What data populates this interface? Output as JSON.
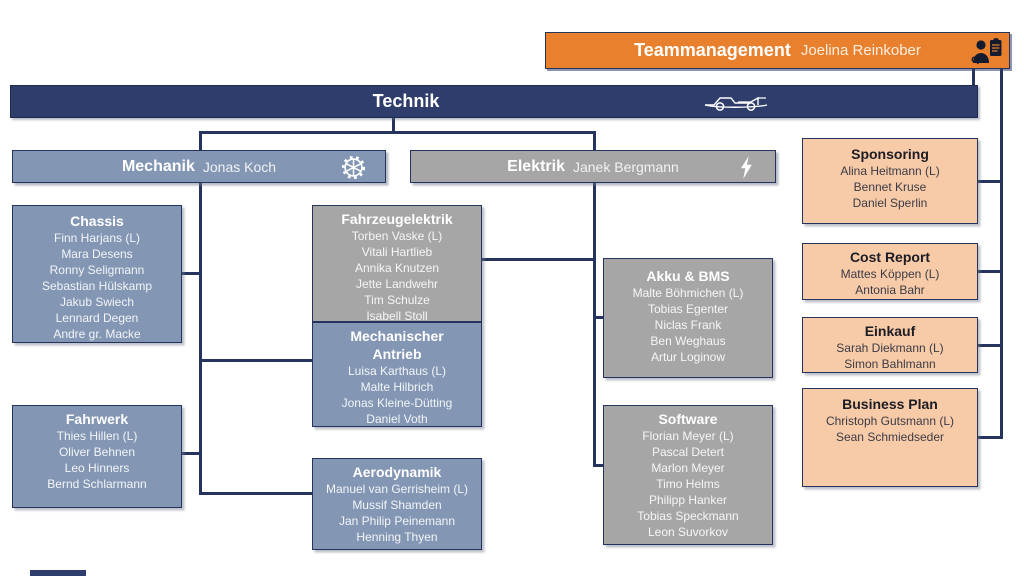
{
  "palette": {
    "navy": "#2E3D6B",
    "connector": "#24345E",
    "orange": "#E8802D",
    "peach": "#F8CBA8",
    "blue_gray": "#8396B4",
    "gray": "#A6A6A6"
  },
  "teammanagement": {
    "title": "Teammanagement",
    "lead": "Joelina Reinkober",
    "icon": "person-clipboard-icon"
  },
  "technik": {
    "title": "Technik",
    "icon": "race-car-icon"
  },
  "branches": {
    "mechanik": {
      "title": "Mechanik",
      "lead": "Jonas Koch",
      "icon": "gear-icon"
    },
    "elektrik": {
      "title": "Elektrik",
      "lead": "Janek Bergmann",
      "icon": "lightning-icon"
    }
  },
  "departments": {
    "chassis": {
      "title": "Chassis",
      "members": [
        "Finn Harjans (L)",
        "Mara Desens",
        "Ronny Seligmann",
        "Sebastian Hülskamp",
        "Jakub Swiech",
        "Lennard Degen",
        "Andre gr. Macke"
      ]
    },
    "fahrwerk": {
      "title": "Fahrwerk",
      "members": [
        "Thies Hillen (L)",
        "Oliver Behnen",
        "Leo Hinners",
        "Bernd Schlarmann"
      ]
    },
    "fahrzeugelektrik": {
      "title": "Fahrzeugelektrik",
      "members": [
        "Torben Vaske (L)",
        "Vitali Hartlieb",
        "Annika Knutzen",
        "Jette Landwehr",
        "Tim Schulze",
        "Isabell Stoll"
      ]
    },
    "mechanischer_antrieb": {
      "title": "Mechanischer Antrieb",
      "members": [
        "Luisa Karthaus (L)",
        "Malte Hilbrich",
        "Jonas Kleine-Dütting",
        "Daniel Voth"
      ]
    },
    "aerodynamik": {
      "title": "Aerodynamik",
      "members": [
        "Manuel van Gerrisheim (L)",
        "Mussif Shamden",
        "Jan Philip Peinemann",
        "Henning Thyen"
      ]
    },
    "akku_bms": {
      "title": "Akku & BMS",
      "members": [
        "Malte Böhmichen (L)",
        "Tobias Egenter",
        "Niclas Frank",
        "Ben Weghaus",
        "Artur Loginow"
      ]
    },
    "software": {
      "title": "Software",
      "members": [
        "Florian Meyer (L)",
        "Pascal Detert",
        "Marlon Meyer",
        "Timo Helms",
        "Philipp Hanker",
        "Tobias Speckmann",
        "Leon Suvorkov"
      ]
    },
    "sponsoring": {
      "title": "Sponsoring",
      "members": [
        "Alina Heitmann (L)",
        "Bennet Kruse",
        "Daniel Sperlin"
      ]
    },
    "cost_report": {
      "title": "Cost Report",
      "members": [
        "Mattes Köppen (L)",
        "Antonia Bahr"
      ]
    },
    "einkauf": {
      "title": "Einkauf",
      "members": [
        "Sarah Diekmann (L)",
        "Simon Bahlmann"
      ]
    },
    "business_plan": {
      "title": "Business Plan",
      "members": [
        "Christoph Gutsmann (L)",
        "Sean Schmiedseder"
      ]
    }
  }
}
